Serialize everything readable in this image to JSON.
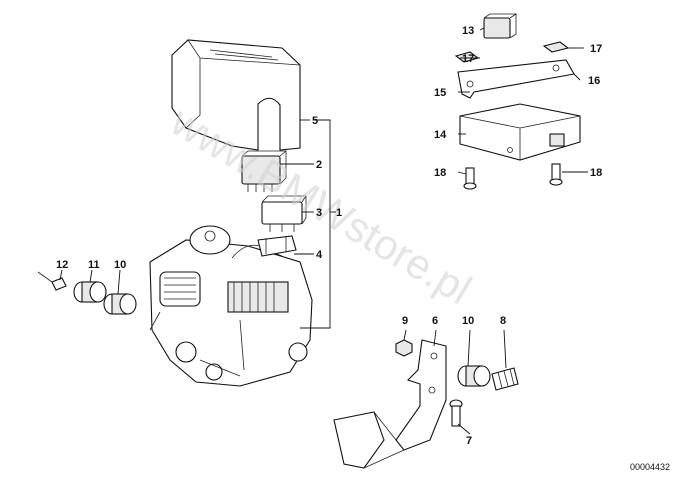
{
  "diagram": {
    "document_number": "00004432",
    "watermark": "www.BMWstore.pl",
    "callouts": {
      "c1": "1",
      "c2": "2",
      "c3": "3",
      "c4": "4",
      "c5": "5",
      "c6": "6",
      "c7": "7",
      "c8": "8",
      "c9": "9",
      "c10a": "10",
      "c10b": "10",
      "c11": "11",
      "c12": "12",
      "c13": "13",
      "c14": "14",
      "c15": "15",
      "c16": "16",
      "c17a": "17",
      "c17b": "17",
      "c18a": "18",
      "c18b": "18"
    }
  }
}
